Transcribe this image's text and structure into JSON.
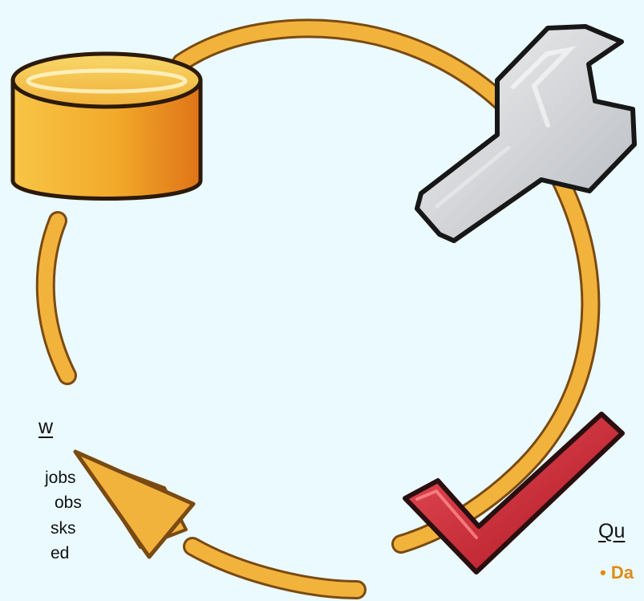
{
  "left_panel": {
    "heading": "w",
    "lines": [
      "jobs",
      "obs",
      "sks",
      "ed"
    ]
  },
  "right_panel": {
    "heading": "Qu",
    "first_item": "• Da"
  },
  "icons": {
    "database": "database-cylinder-icon",
    "wrench": "wrench-icon",
    "checkmark": "checkmark-icon",
    "cycle": "cycle-arrow-icon"
  },
  "colors": {
    "background": "#eafafe",
    "ring": "#f2b33d",
    "ring_outline": "#7a4a12",
    "database_top": "#f6c44a",
    "database_side": "#e98f1b",
    "check": "#c9202a",
    "wrench": "#c9ccd1",
    "bullet_text": "#e08a12"
  }
}
